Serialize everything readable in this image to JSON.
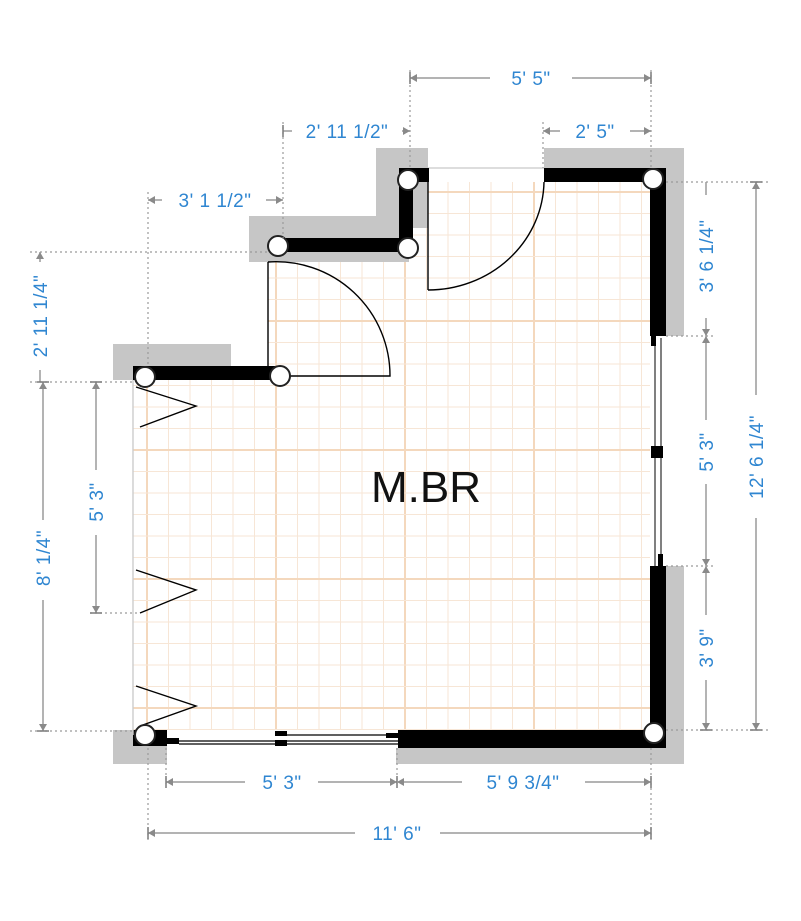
{
  "room": {
    "label": "M.BR"
  },
  "dimensions": {
    "top_overall": "5' 5\"",
    "top_right_segment": "2' 5\"",
    "top_middle_step": "2' 11 1/2\"",
    "top_left_step": "3' 1 1/2\"",
    "left_upper_step": "2' 11 1/4\"",
    "left_overall": "8' 1/4\"",
    "left_window": "5' 3\"",
    "right_upper": "3' 6 1/4\"",
    "right_window": "5' 3\"",
    "right_lower": "3' 9\"",
    "right_overall": "12' 6 1/4\"",
    "bottom_opening": "5' 3\"",
    "bottom_wall": "5' 9 3/4\"",
    "bottom_overall": "11' 6\""
  },
  "colors": {
    "dimension_text": "#2f86d1",
    "wall": "#000000",
    "wall_shadow": "#c6c6c6",
    "grid": "#f4d8bd"
  }
}
